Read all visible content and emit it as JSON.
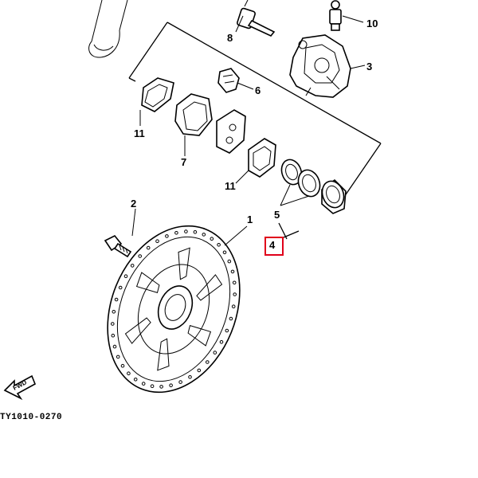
{
  "diagram": {
    "callouts": {
      "disc": "1",
      "bolt": "2",
      "caliper": "3",
      "piston": "4",
      "seal": "5",
      "pad_spring": "6",
      "pad_kit": "7",
      "pin": "8",
      "bleed_screw": "10",
      "pad_left": "11",
      "pad_right": "11"
    },
    "fwd_label": "FWD",
    "drawing_code": "TY1010-0270",
    "highlight": {
      "target": "4",
      "color": "#e0001a"
    }
  }
}
